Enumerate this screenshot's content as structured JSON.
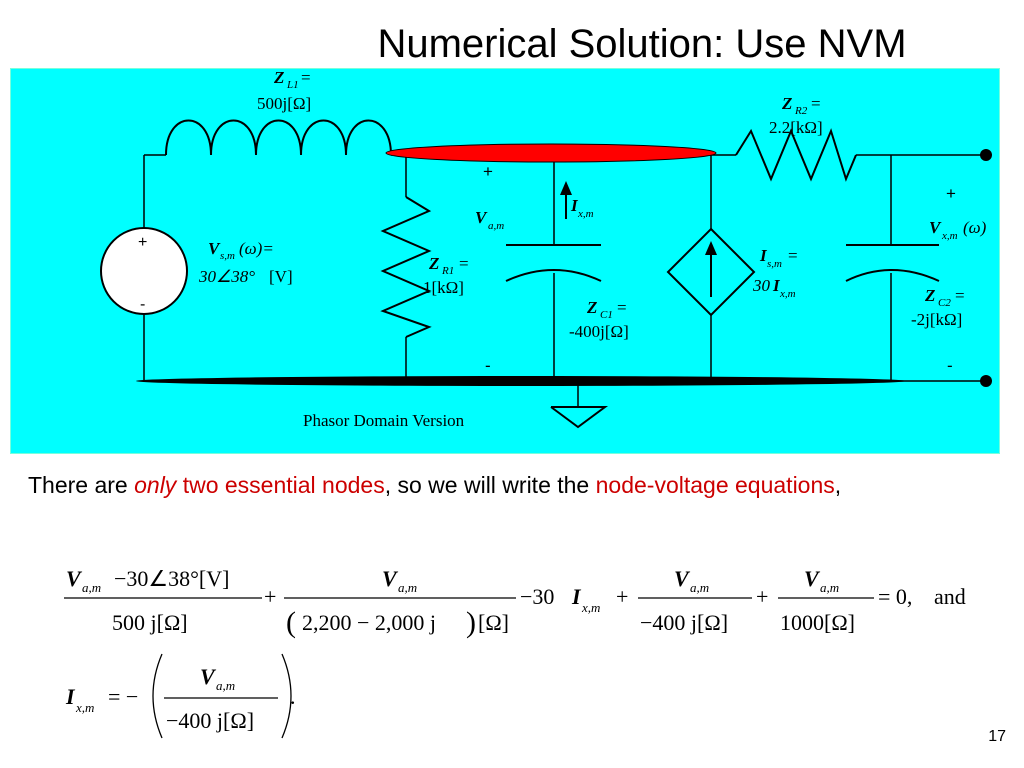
{
  "slide": {
    "title": "Numerical Solution: Use NVM",
    "page_number": "17"
  },
  "circuit": {
    "background_color": "#00FFFF",
    "wire_color": "#000000",
    "ellipse_color": "#FF0000",
    "caption": "Phasor Domain Version",
    "source_plus": "+",
    "source_minus": "-",
    "vsm_label": "V",
    "vsm_sub": "s,m",
    "vsm_omega": "(ω)=",
    "vsm_value": "30∠38°",
    "vsm_unit": "[V]",
    "zl1_label": "Z",
    "zl1_sub": "L1",
    "zl1_eq": "=",
    "zl1_value": "500j[Ω]",
    "zr2_label": "Z",
    "zr2_sub": "R2",
    "zr2_eq": "=",
    "zr2_value": "2.2[kΩ]",
    "zr1_label": "Z",
    "zr1_sub": "R1",
    "zr1_eq": "=",
    "zr1_value": "1[kΩ]",
    "zc1_label": "Z",
    "zc1_sub": "C1",
    "zc1_eq": "=",
    "zc1_value": "-400j[Ω]",
    "zc2_label": "Z",
    "zc2_sub": "C2",
    "zc2_eq": "=",
    "zc2_value": "-2j[kΩ]",
    "vam_label": "V",
    "vam_sub": "a,m",
    "vam_plus": "+",
    "vam_minus": "-",
    "ixm_label": "I",
    "ixm_sub": "x,m",
    "ism_label": "I",
    "ism_sub": "s,m",
    "ism_eq": "=",
    "ism_coef": "30",
    "ism_I": "I",
    "ism_Isub": "x,m",
    "vxm_label": "V",
    "vxm_sub": "x,m",
    "vxm_omega": "(ω)",
    "vxm_plus": "+",
    "vxm_minus": "-"
  },
  "text": {
    "p1": "There are ",
    "p2": "only",
    "p3": " two essential nodes",
    "p4": ", so we will write the ",
    "p5": "node-voltage equations",
    "p6": ","
  },
  "equation1": {
    "t1_num_V": "V",
    "t1_num_sub": "a,m",
    "t1_num_rest": "−30∠38°[V]",
    "t1_den": "500 j[Ω]",
    "plus1": "+",
    "t2_num_V": "V",
    "t2_num_sub": "a,m",
    "t2_den": "2,200 − 2,000 j",
    "t2_den_unit": "[Ω]",
    "minus30": "−30",
    "I": "I",
    "I_sub": "x,m",
    "plus2": "+",
    "t3_num_V": "V",
    "t3_num_sub": "a,m",
    "t3_den": "−400 j[Ω]",
    "plus3": "+",
    "t4_num_V": "V",
    "t4_num_sub": "a,m",
    "t4_den": "1000[Ω]",
    "rhs": "= 0,",
    "and": "and"
  },
  "equation2": {
    "I": "I",
    "I_sub": "x,m",
    "eq": "= −",
    "num_V": "V",
    "num_sub": "a,m",
    "den": "−400 j[Ω]",
    "period": "."
  }
}
